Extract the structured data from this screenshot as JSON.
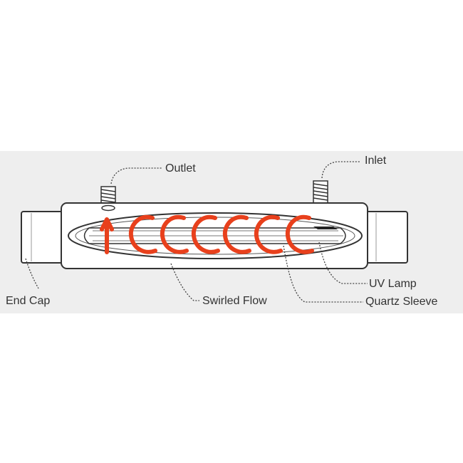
{
  "diagram": {
    "labels": {
      "outlet": "Outlet",
      "inlet": "Inlet",
      "end_cap": "End Cap",
      "swirled_flow": "Swirled Flow",
      "uv_lamp": "UV Lamp",
      "quartz_sleeve": "Quartz Sleeve"
    },
    "colors": {
      "background": "#ffffff",
      "panel": "#eeeeee",
      "outline": "#333333",
      "flow": "#e8401c",
      "label": "#333333"
    },
    "swirl_count": 7
  }
}
